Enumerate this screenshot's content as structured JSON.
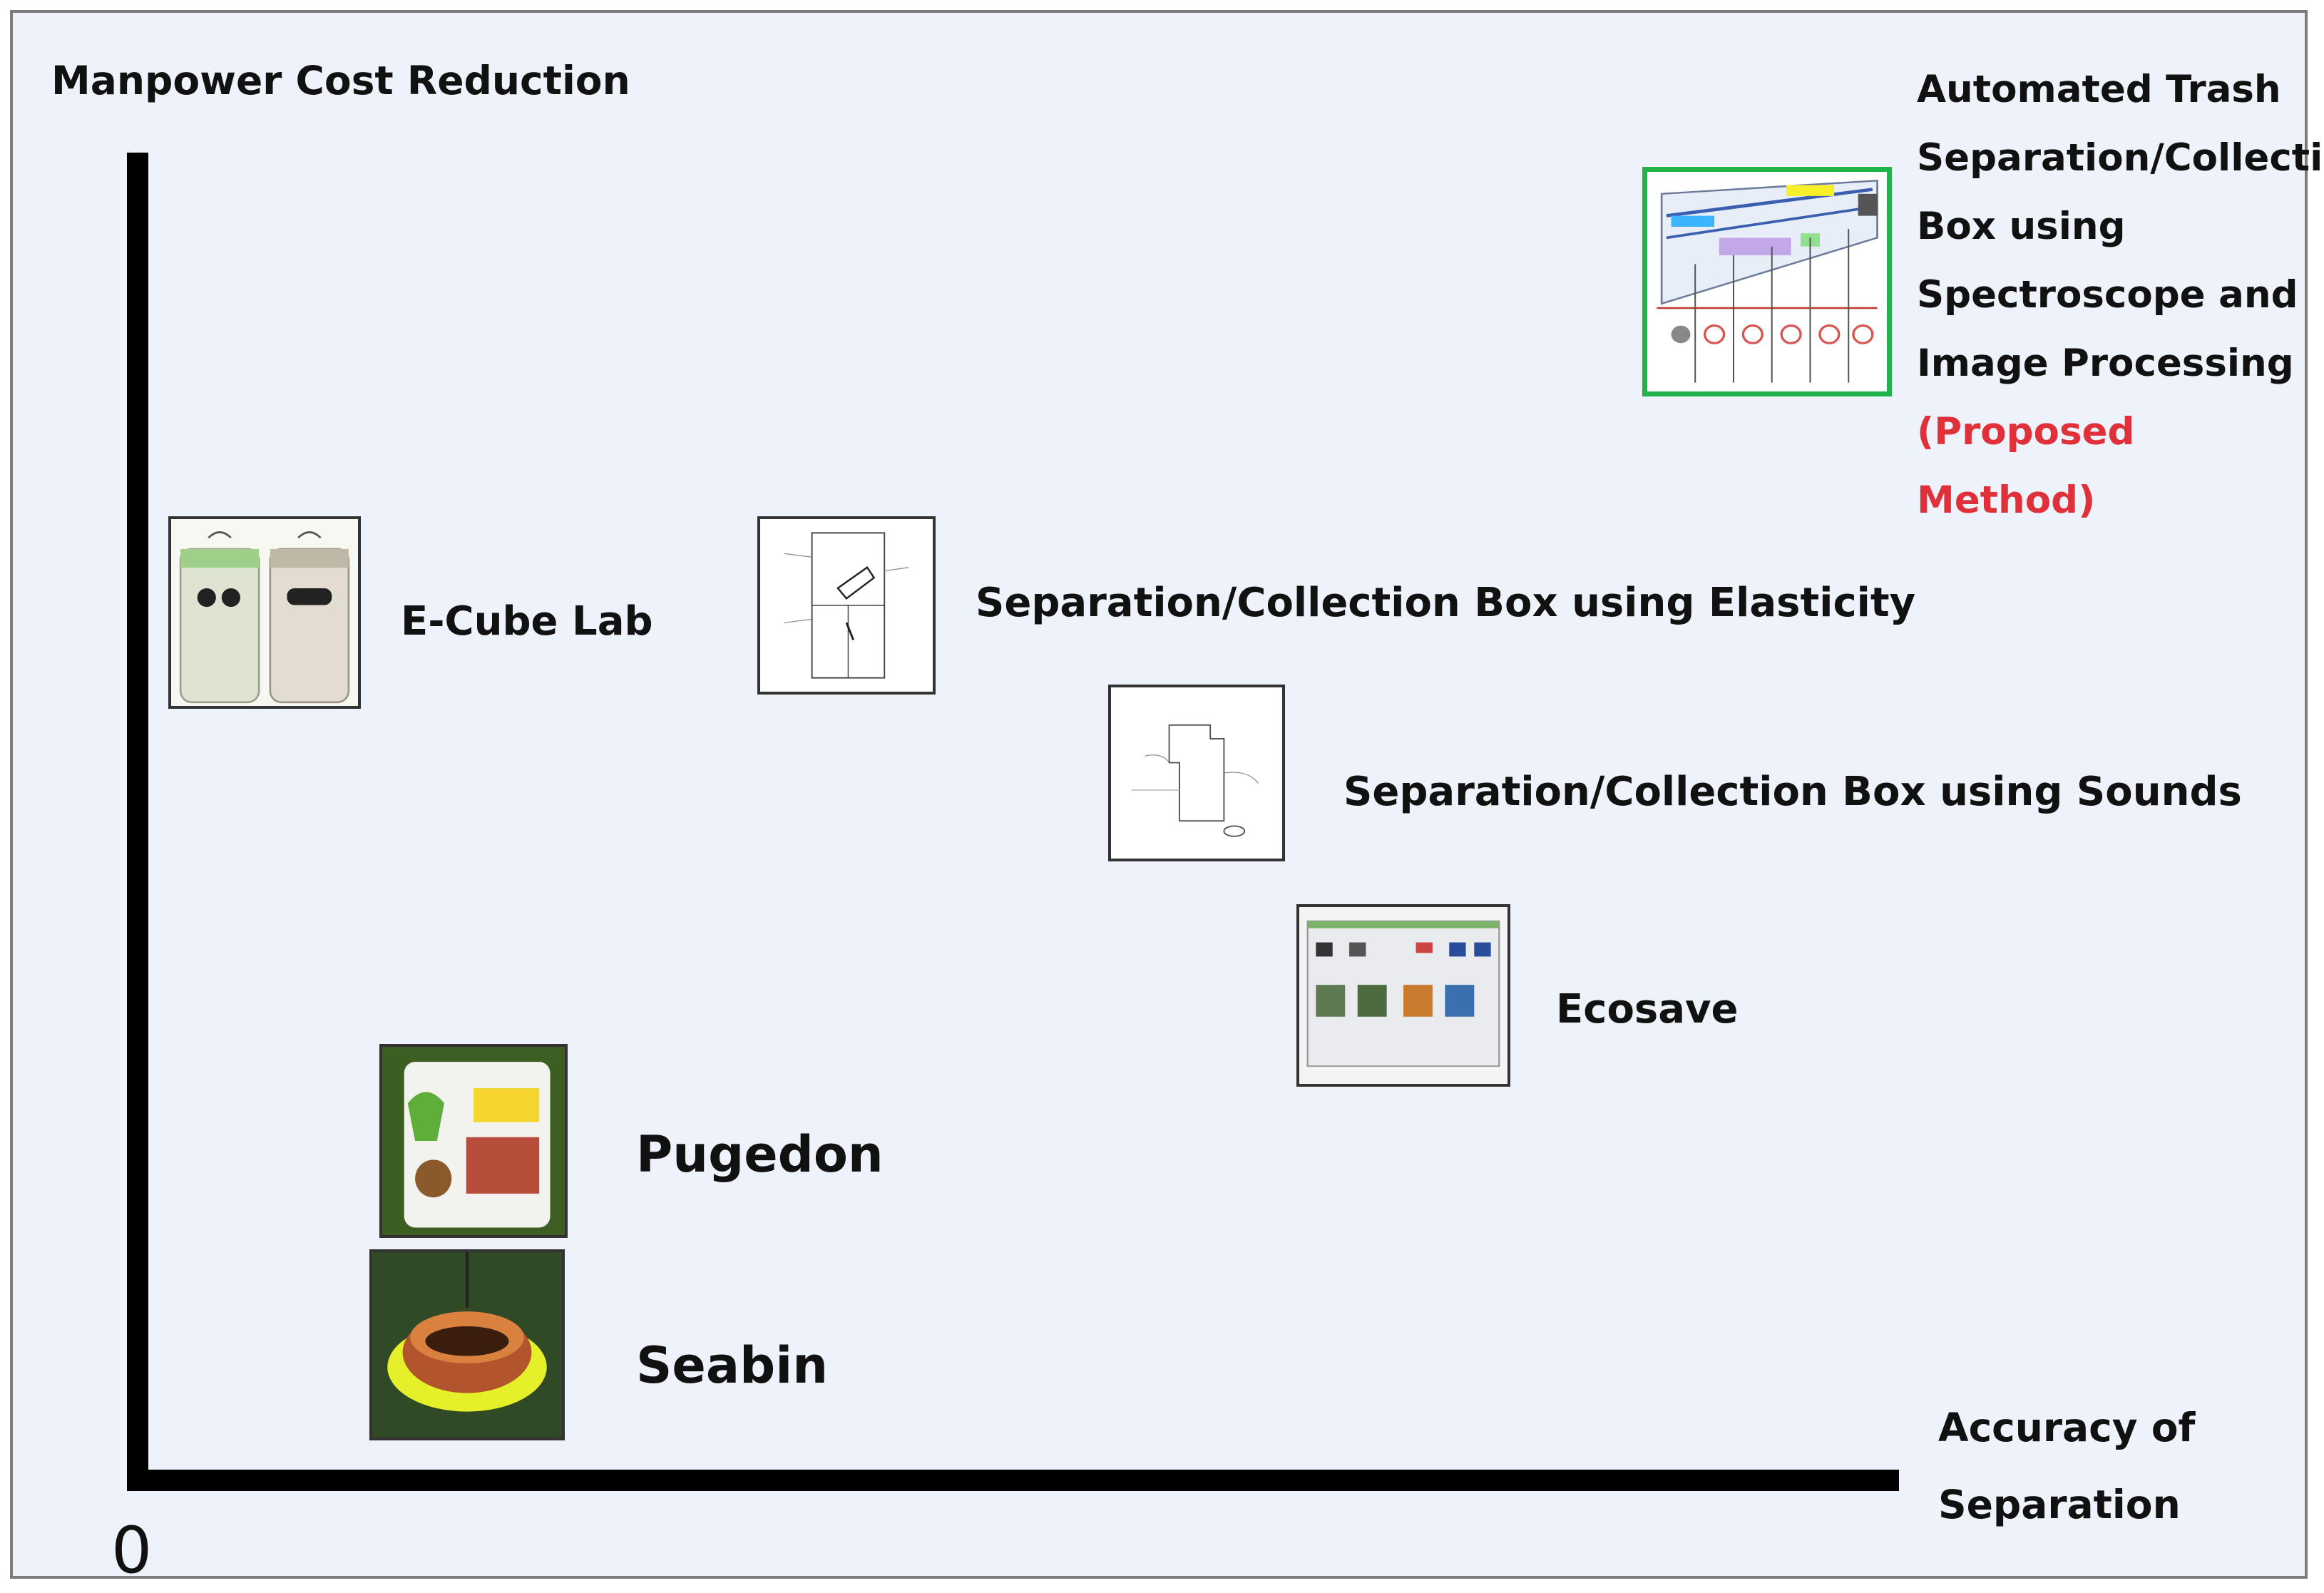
{
  "axes": {
    "y_title": "Manpower Cost Reduction",
    "x_title": "Accuracy of Separation",
    "origin": "0"
  },
  "items": [
    {
      "id": "proposed",
      "title_lines": [
        "Automated Trash",
        "Separation/Collection",
        "Box using",
        "Spectroscope and",
        "Image Processing"
      ],
      "note": "(Proposed Method)",
      "image": "diagram-thumbnail"
    },
    {
      "id": "ecube",
      "label": "E-Cube Lab",
      "image": "smart-bin-photo"
    },
    {
      "id": "elasticity",
      "label": "Separation/Collection Box using Elasticity",
      "image": "patent-drawing"
    },
    {
      "id": "sounds",
      "label": "Separation/Collection Box using Sounds",
      "image": "patent-drawing"
    },
    {
      "id": "ecosave",
      "label": "Ecosave",
      "image": "machine-photo"
    },
    {
      "id": "pugedon",
      "label": "Pugedon",
      "image": "kiosk-photo"
    },
    {
      "id": "seabin",
      "label": "Seabin",
      "image": "seabin-photo"
    }
  ],
  "colors": {
    "background": "#eef2fa",
    "axis": "#000000",
    "highlight_border": "#1fb34a",
    "proposed_text": "#e0303a"
  }
}
